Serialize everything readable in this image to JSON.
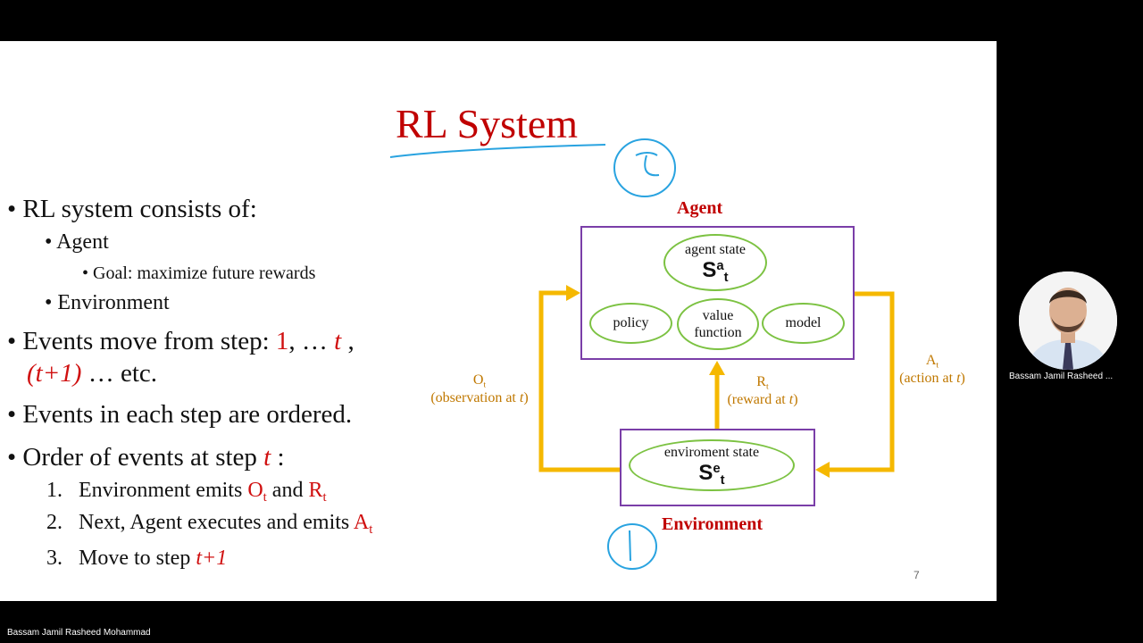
{
  "slide": {
    "title": "RL System",
    "bullets": {
      "b1": "RL system consists of:",
      "b1_sub1": "Agent",
      "b1_sub1_sub": "Goal: maximize future rewards",
      "b1_sub2": "Environment",
      "b2_a": "Events move from step: ",
      "b2_one": "1",
      "b2_dots": ", … ",
      "b2_t": "t",
      "b2_comma": " ,",
      "b2_next": "(t+1)",
      "b2_etc": " … etc.",
      "b3": "Events in each step are ordered.",
      "b4_a": "Order of events at step ",
      "b4_t": "t",
      "b4_colon": " :",
      "steps": [
        {
          "num": "1.",
          "text_a": "Environment emits ",
          "o": "O",
          "o_sub": "t",
          "and": " and ",
          "r": "R",
          "r_sub": "t"
        },
        {
          "num": "2.",
          "text_a": "Next, Agent executes and emits ",
          "a": "A",
          "a_sub": "t"
        },
        {
          "num": "3.",
          "text_a": "Move to step ",
          "tp1": "t+1"
        }
      ]
    },
    "diagram": {
      "agent_label": "Agent",
      "environment_label": "Environment",
      "agent_state": "agent state",
      "agent_state_sym": "S",
      "agent_state_sup": "a",
      "agent_state_sub": "t",
      "policy": "policy",
      "value_function_l1": "value",
      "value_function_l2": "function",
      "model": "model",
      "env_state": "enviroment state",
      "env_state_sym": "S",
      "env_state_sup": "e",
      "env_state_sub": "t",
      "obs_sym": "O",
      "obs_sub": "t",
      "obs_text_a": "(observation at ",
      "obs_text_t": "t",
      "obs_text_b": ")",
      "reward_sym": "R",
      "reward_sub": "t",
      "reward_text_a": "(reward at ",
      "reward_text_t": "t",
      "reward_text_b": ")",
      "action_sym": "A",
      "action_sub": "t",
      "action_text_a": "(action at ",
      "action_text_t": "t",
      "action_text_b": ")",
      "arrow_color": "#f5b800",
      "box_color": "#7a3ea8",
      "oval_color": "#7cc242"
    },
    "page_number": "7"
  },
  "participants": {
    "presenter_tile_name": "Bassam Jamil Rasheed ...",
    "bottom_name": "Bassam Jamil Rasheed Mohammad"
  }
}
